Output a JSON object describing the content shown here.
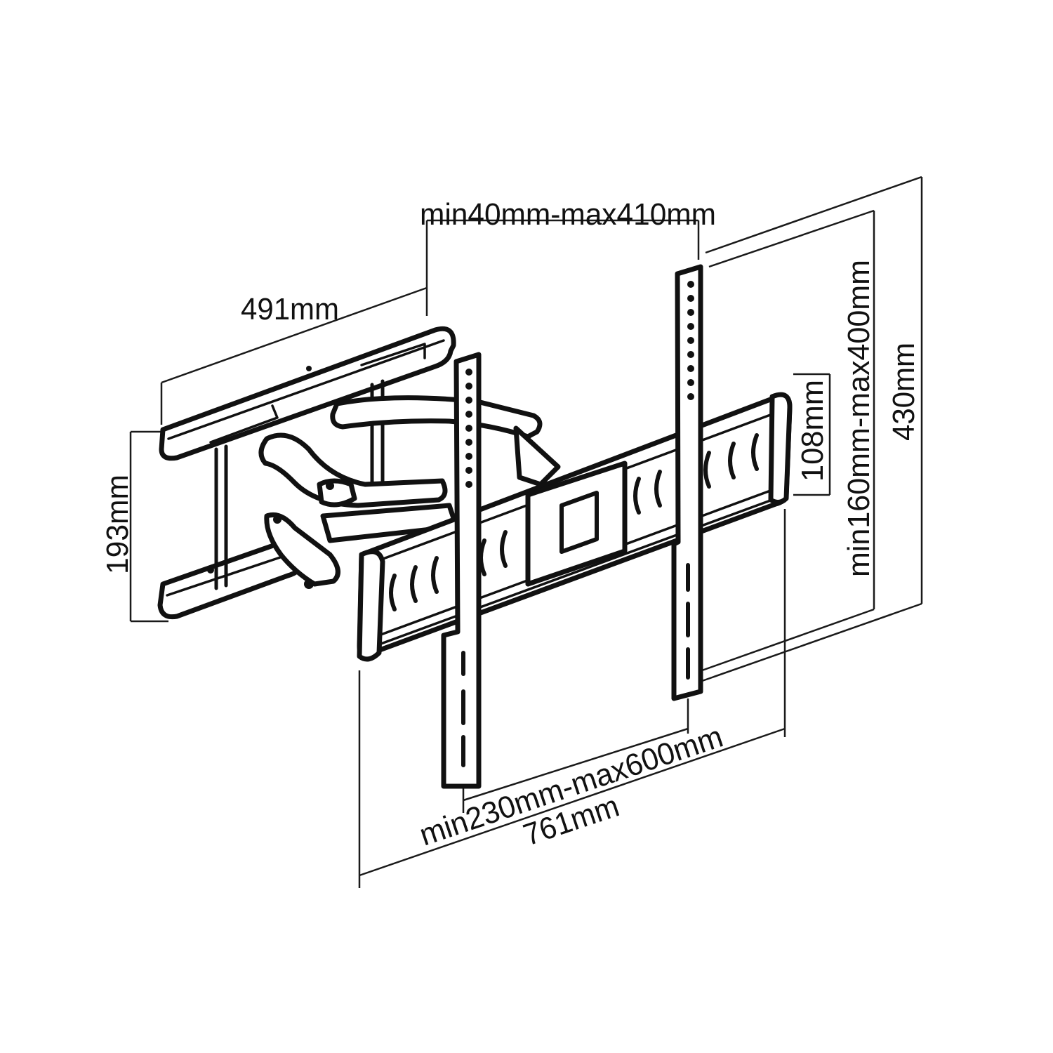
{
  "diagram": {
    "background_color": "#ffffff",
    "stroke_color": "#111111",
    "dimensions": {
      "top_adjust": "min40mm-max410mm",
      "arm_length": "491mm",
      "wall_plate_height": "193mm",
      "plate_height": "108mm",
      "vertical_hole_range": "min160mm-max400mm",
      "total_height": "430mm",
      "horizontal_hole_range": "min230mm-max600mm",
      "total_width": "761mm"
    }
  }
}
